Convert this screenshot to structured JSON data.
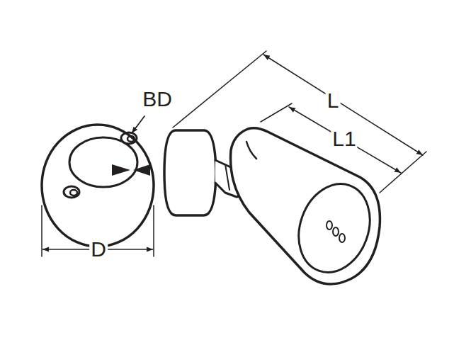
{
  "diagram": {
    "labels": [
      "BD",
      "L",
      "L1",
      "D"
    ]
  }
}
